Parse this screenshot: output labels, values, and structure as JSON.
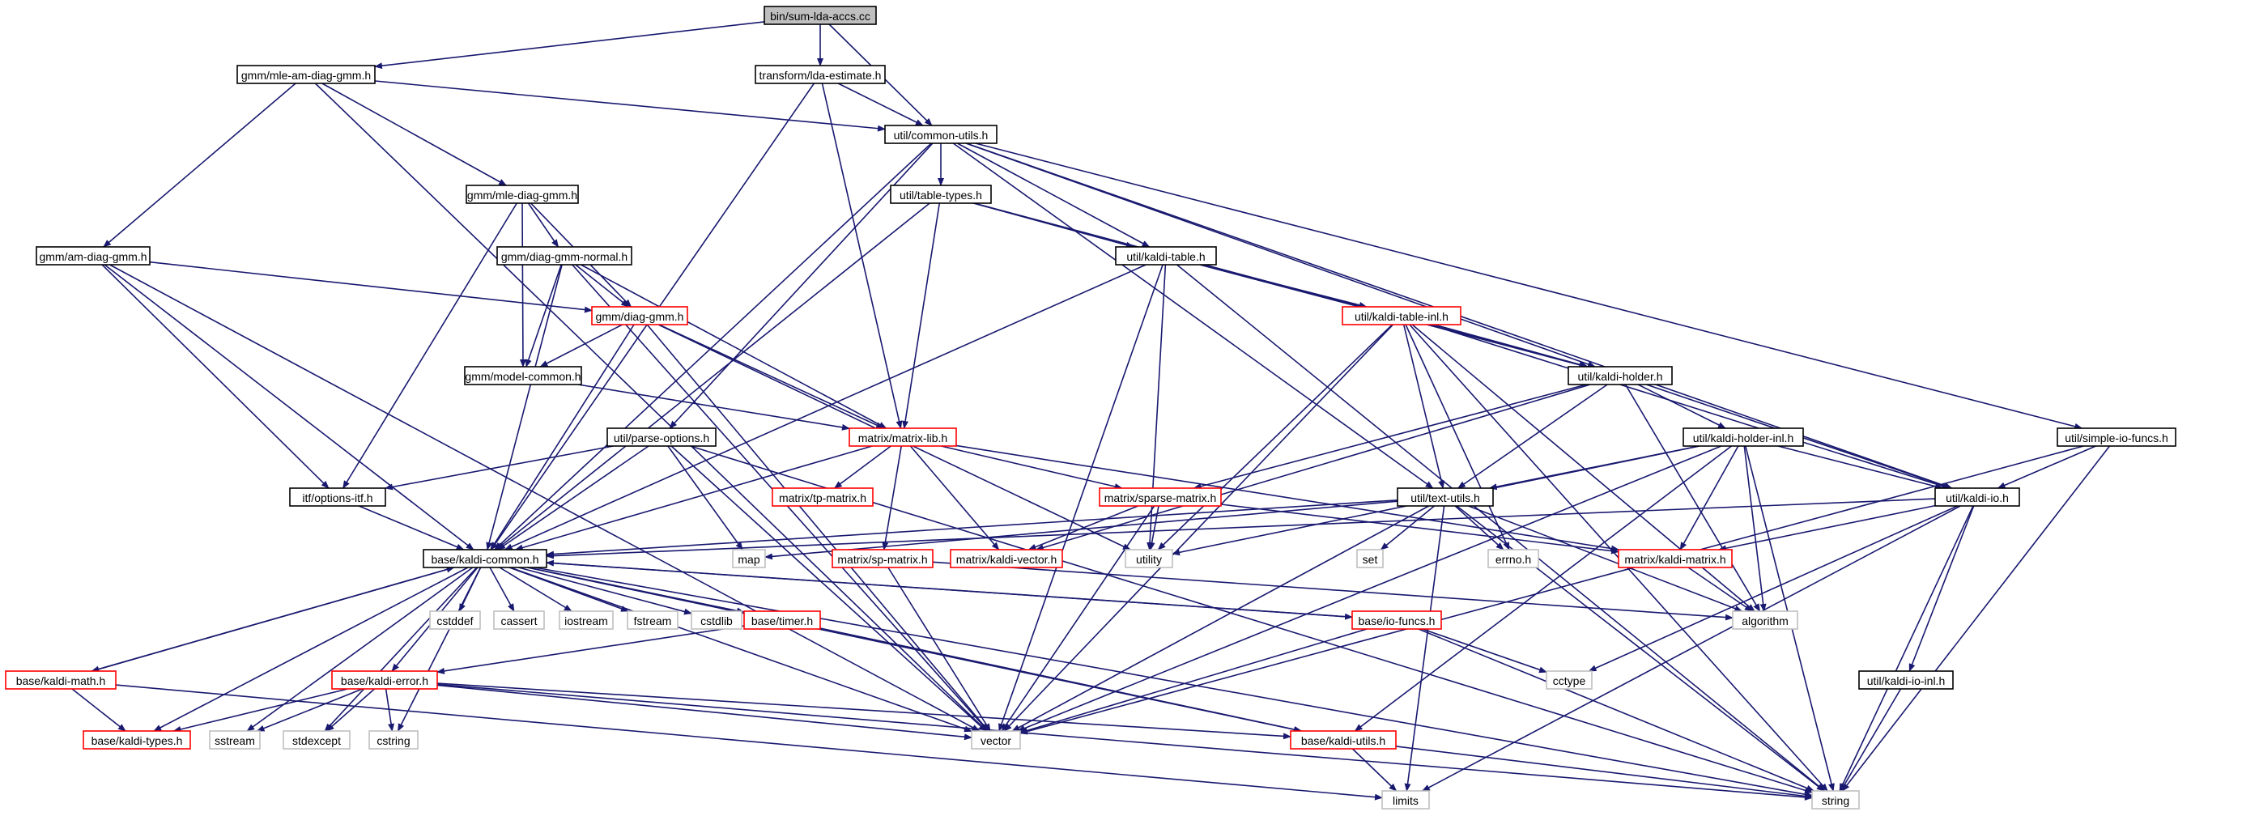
{
  "graph": {
    "style": {
      "edge_color": "#191970",
      "root_fill": "#bfbfbf",
      "internal_border": "#000000",
      "truncated_border": "#ff0000",
      "external_border": "#bfbfbf",
      "text_color": "#000000"
    },
    "nodes": [
      {
        "id": "root",
        "label": "bin/sum-lda-accs.cc",
        "kind": "root"
      },
      {
        "id": "mle_am",
        "label": "gmm/mle-am-diag-gmm.h",
        "kind": "internal"
      },
      {
        "id": "transform",
        "label": "transform/lda-estimate.h",
        "kind": "internal"
      },
      {
        "id": "common_utils",
        "label": "util/common-utils.h",
        "kind": "internal"
      },
      {
        "id": "mle_diag",
        "label": "gmm/mle-diag-gmm.h",
        "kind": "internal"
      },
      {
        "id": "table_types",
        "label": "util/table-types.h",
        "kind": "internal"
      },
      {
        "id": "am_diag",
        "label": "gmm/am-diag-gmm.h",
        "kind": "internal"
      },
      {
        "id": "diag_normal",
        "label": "gmm/diag-gmm-normal.h",
        "kind": "internal"
      },
      {
        "id": "kaldi_table",
        "label": "util/kaldi-table.h",
        "kind": "internal"
      },
      {
        "id": "diag_gmm",
        "label": "gmm/diag-gmm.h",
        "kind": "truncated"
      },
      {
        "id": "table_inl",
        "label": "util/kaldi-table-inl.h",
        "kind": "truncated"
      },
      {
        "id": "model_common",
        "label": "gmm/model-common.h",
        "kind": "internal"
      },
      {
        "id": "holder",
        "label": "util/kaldi-holder.h",
        "kind": "internal"
      },
      {
        "id": "parse_options",
        "label": "util/parse-options.h",
        "kind": "internal"
      },
      {
        "id": "matrix_lib",
        "label": "matrix/matrix-lib.h",
        "kind": "truncated"
      },
      {
        "id": "holder_inl",
        "label": "util/kaldi-holder-inl.h",
        "kind": "internal"
      },
      {
        "id": "simple_io",
        "label": "util/simple-io-funcs.h",
        "kind": "internal"
      },
      {
        "id": "options_itf",
        "label": "itf/options-itf.h",
        "kind": "internal"
      },
      {
        "id": "tp_matrix",
        "label": "matrix/tp-matrix.h",
        "kind": "truncated"
      },
      {
        "id": "sparse_matrix",
        "label": "matrix/sparse-matrix.h",
        "kind": "truncated"
      },
      {
        "id": "text_utils",
        "label": "util/text-utils.h",
        "kind": "internal"
      },
      {
        "id": "kaldi_io",
        "label": "util/kaldi-io.h",
        "kind": "internal"
      },
      {
        "id": "kaldi_common",
        "label": "base/kaldi-common.h",
        "kind": "internal"
      },
      {
        "id": "map",
        "label": "map",
        "kind": "external"
      },
      {
        "id": "sp_matrix",
        "label": "matrix/sp-matrix.h",
        "kind": "truncated"
      },
      {
        "id": "kaldi_vector",
        "label": "matrix/kaldi-vector.h",
        "kind": "truncated"
      },
      {
        "id": "utility",
        "label": "utility",
        "kind": "external"
      },
      {
        "id": "set",
        "label": "set",
        "kind": "external"
      },
      {
        "id": "errno",
        "label": "errno.h",
        "kind": "external"
      },
      {
        "id": "kaldi_matrix",
        "label": "matrix/kaldi-matrix.h",
        "kind": "truncated"
      },
      {
        "id": "cstddef",
        "label": "cstddef",
        "kind": "external"
      },
      {
        "id": "cassert",
        "label": "cassert",
        "kind": "external"
      },
      {
        "id": "iostream",
        "label": "iostream",
        "kind": "external"
      },
      {
        "id": "fstream",
        "label": "fstream",
        "kind": "external"
      },
      {
        "id": "cstdlib",
        "label": "cstdlib",
        "kind": "external"
      },
      {
        "id": "timer",
        "label": "base/timer.h",
        "kind": "truncated"
      },
      {
        "id": "io_funcs",
        "label": "base/io-funcs.h",
        "kind": "truncated"
      },
      {
        "id": "algorithm",
        "label": "algorithm",
        "kind": "external"
      },
      {
        "id": "kaldi_math",
        "label": "base/kaldi-math.h",
        "kind": "truncated"
      },
      {
        "id": "kaldi_error",
        "label": "base/kaldi-error.h",
        "kind": "truncated"
      },
      {
        "id": "cctype",
        "label": "cctype",
        "kind": "external"
      },
      {
        "id": "kaldi_io_inl",
        "label": "util/kaldi-io-inl.h",
        "kind": "internal"
      },
      {
        "id": "kaldi_types",
        "label": "base/kaldi-types.h",
        "kind": "truncated"
      },
      {
        "id": "sstream",
        "label": "sstream",
        "kind": "external"
      },
      {
        "id": "stdexcept",
        "label": "stdexcept",
        "kind": "external"
      },
      {
        "id": "cstring",
        "label": "cstring",
        "kind": "external"
      },
      {
        "id": "vector",
        "label": "vector",
        "kind": "external"
      },
      {
        "id": "kaldi_utils",
        "label": "base/kaldi-utils.h",
        "kind": "truncated"
      },
      {
        "id": "limits",
        "label": "limits",
        "kind": "external"
      },
      {
        "id": "string",
        "label": "string",
        "kind": "external"
      }
    ],
    "edges": [
      [
        "root",
        "mle_am"
      ],
      [
        "root",
        "transform"
      ],
      [
        "root",
        "common_utils"
      ],
      [
        "mle_am",
        "common_utils"
      ],
      [
        "mle_am",
        "mle_diag"
      ],
      [
        "mle_am",
        "am_diag"
      ],
      [
        "mle_am",
        "vector"
      ],
      [
        "transform",
        "common_utils"
      ],
      [
        "transform",
        "matrix_lib"
      ],
      [
        "transform",
        "kaldi_common"
      ],
      [
        "common_utils",
        "table_types"
      ],
      [
        "common_utils",
        "kaldi_table"
      ],
      [
        "common_utils",
        "holder"
      ],
      [
        "common_utils",
        "text_utils"
      ],
      [
        "common_utils",
        "kaldi_io"
      ],
      [
        "common_utils",
        "simple_io"
      ],
      [
        "common_utils",
        "parse_options"
      ],
      [
        "common_utils",
        "kaldi_common"
      ],
      [
        "mle_diag",
        "diag_normal"
      ],
      [
        "mle_diag",
        "diag_gmm"
      ],
      [
        "mle_diag",
        "model_common"
      ],
      [
        "mle_diag",
        "options_itf"
      ],
      [
        "table_types",
        "kaldi_table"
      ],
      [
        "table_types",
        "holder"
      ],
      [
        "table_types",
        "matrix_lib"
      ],
      [
        "table_types",
        "kaldi_common"
      ],
      [
        "am_diag",
        "diag_gmm"
      ],
      [
        "am_diag",
        "options_itf"
      ],
      [
        "am_diag",
        "kaldi_common"
      ],
      [
        "am_diag",
        "vector"
      ],
      [
        "diag_normal",
        "diag_gmm"
      ],
      [
        "diag_normal",
        "model_common"
      ],
      [
        "diag_normal",
        "matrix_lib"
      ],
      [
        "diag_normal",
        "kaldi_common"
      ],
      [
        "diag_normal",
        "vector"
      ],
      [
        "kaldi_table",
        "table_inl"
      ],
      [
        "kaldi_table",
        "holder"
      ],
      [
        "kaldi_table",
        "string"
      ],
      [
        "kaldi_table",
        "utility"
      ],
      [
        "kaldi_table",
        "vector"
      ],
      [
        "kaldi_table",
        "kaldi_common"
      ],
      [
        "diag_gmm",
        "model_common"
      ],
      [
        "diag_gmm",
        "matrix_lib"
      ],
      [
        "diag_gmm",
        "kaldi_common"
      ],
      [
        "diag_gmm",
        "utility"
      ],
      [
        "diag_gmm",
        "vector"
      ],
      [
        "table_inl",
        "holder"
      ],
      [
        "table_inl",
        "text_utils"
      ],
      [
        "table_inl",
        "kaldi_io"
      ],
      [
        "table_inl",
        "utility"
      ],
      [
        "table_inl",
        "errno"
      ],
      [
        "table_inl",
        "algorithm"
      ],
      [
        "table_inl",
        "vector"
      ],
      [
        "table_inl",
        "string"
      ],
      [
        "model_common",
        "matrix_lib"
      ],
      [
        "holder",
        "holder_inl"
      ],
      [
        "holder",
        "text_utils"
      ],
      [
        "holder",
        "kaldi_io"
      ],
      [
        "holder",
        "sparse_matrix"
      ],
      [
        "holder",
        "kaldi_vector"
      ],
      [
        "holder",
        "algorithm"
      ],
      [
        "parse_options",
        "options_itf"
      ],
      [
        "parse_options",
        "kaldi_common"
      ],
      [
        "parse_options",
        "map"
      ],
      [
        "parse_options",
        "string"
      ],
      [
        "parse_options",
        "vector"
      ],
      [
        "matrix_lib",
        "tp_matrix"
      ],
      [
        "matrix_lib",
        "sparse_matrix"
      ],
      [
        "matrix_lib",
        "sp_matrix"
      ],
      [
        "matrix_lib",
        "kaldi_vector"
      ],
      [
        "matrix_lib",
        "kaldi_matrix"
      ],
      [
        "matrix_lib",
        "kaldi_common"
      ],
      [
        "holder_inl",
        "text_utils"
      ],
      [
        "holder_inl",
        "kaldi_io"
      ],
      [
        "holder_inl",
        "kaldi_matrix"
      ],
      [
        "holder_inl",
        "utility"
      ],
      [
        "holder_inl",
        "algorithm"
      ],
      [
        "holder_inl",
        "vector"
      ],
      [
        "holder_inl",
        "string"
      ],
      [
        "holder_inl",
        "kaldi_utils"
      ],
      [
        "simple_io",
        "kaldi_io"
      ],
      [
        "simple_io",
        "string"
      ],
      [
        "simple_io",
        "vector"
      ],
      [
        "options_itf",
        "kaldi_common"
      ],
      [
        "sparse_matrix",
        "kaldi_vector"
      ],
      [
        "sparse_matrix",
        "kaldi_matrix"
      ],
      [
        "sparse_matrix",
        "utility"
      ],
      [
        "sparse_matrix",
        "vector"
      ],
      [
        "text_utils",
        "kaldi_common"
      ],
      [
        "text_utils",
        "set"
      ],
      [
        "text_utils",
        "errno"
      ],
      [
        "text_utils",
        "algorithm"
      ],
      [
        "text_utils",
        "map"
      ],
      [
        "text_utils",
        "vector"
      ],
      [
        "text_utils",
        "string"
      ],
      [
        "text_utils",
        "limits"
      ],
      [
        "kaldi_io",
        "kaldi_common"
      ],
      [
        "kaldi_io",
        "kaldi_matrix"
      ],
      [
        "kaldi_io",
        "kaldi_io_inl"
      ],
      [
        "kaldi_io",
        "cctype"
      ],
      [
        "kaldi_io",
        "limits"
      ],
      [
        "kaldi_io",
        "string"
      ],
      [
        "kaldi_common",
        "cstddef"
      ],
      [
        "kaldi_common",
        "cassert"
      ],
      [
        "kaldi_common",
        "iostream"
      ],
      [
        "kaldi_common",
        "fstream"
      ],
      [
        "kaldi_common",
        "cstdlib"
      ],
      [
        "kaldi_common",
        "timer"
      ],
      [
        "kaldi_common",
        "io_funcs"
      ],
      [
        "kaldi_common",
        "kaldi_math"
      ],
      [
        "kaldi_common",
        "kaldi_error"
      ],
      [
        "kaldi_common",
        "kaldi_types"
      ],
      [
        "kaldi_common",
        "sstream"
      ],
      [
        "kaldi_common",
        "stdexcept"
      ],
      [
        "kaldi_common",
        "cstring"
      ],
      [
        "kaldi_common",
        "vector"
      ],
      [
        "kaldi_common",
        "kaldi_utils"
      ],
      [
        "kaldi_common",
        "string"
      ],
      [
        "sp_matrix",
        "vector"
      ],
      [
        "sp_matrix",
        "algorithm"
      ],
      [
        "kaldi_matrix",
        "algorithm"
      ],
      [
        "timer",
        "kaldi_error"
      ],
      [
        "timer",
        "kaldi_utils"
      ],
      [
        "io_funcs",
        "kaldi_common"
      ],
      [
        "io_funcs",
        "cctype"
      ],
      [
        "io_funcs",
        "vector"
      ],
      [
        "io_funcs",
        "string"
      ],
      [
        "kaldi_math",
        "kaldi_common"
      ],
      [
        "kaldi_math",
        "kaldi_types"
      ],
      [
        "kaldi_math",
        "limits"
      ],
      [
        "kaldi_error",
        "kaldi_types"
      ],
      [
        "kaldi_error",
        "sstream"
      ],
      [
        "kaldi_error",
        "stdexcept"
      ],
      [
        "kaldi_error",
        "cstring"
      ],
      [
        "kaldi_error",
        "vector"
      ],
      [
        "kaldi_error",
        "kaldi_utils"
      ],
      [
        "kaldi_error",
        "string"
      ],
      [
        "kaldi_io_inl",
        "string"
      ],
      [
        "kaldi_utils",
        "limits"
      ],
      [
        "kaldi_utils",
        "string"
      ]
    ]
  }
}
